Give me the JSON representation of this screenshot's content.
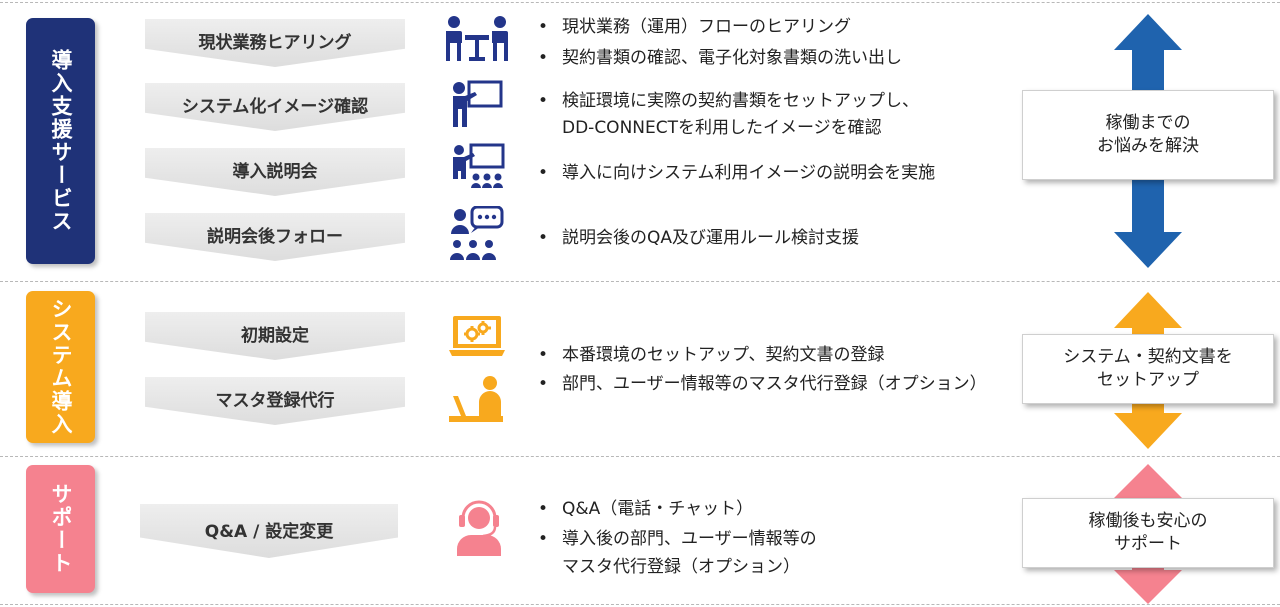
{
  "colors": {
    "navy": "#1f3278",
    "icon_navy": "#23358a",
    "blue_arrow": "#1f63ae",
    "orange": "#f8a91e",
    "pink": "#f5828f"
  },
  "sections": {
    "intro": {
      "label": "導入支援サービス",
      "steps": [
        "現状業務ヒアリング",
        "システム化イメージ確認",
        "導入説明会",
        "説明会後フォロー"
      ],
      "icons": [
        "meeting-icon",
        "presenter-icon",
        "seminar-icon",
        "chat-group-icon"
      ],
      "bullets": [
        "現状業務（運用）フローのヒアリング",
        "契約書類の確認、電子化対象書類の洗い出し",
        "検証環境に実際の契約書類をセットアップし、",
        "DD-CONNECTを利用したイメージを確認",
        "導入に向けシステム利用イメージの説明会を実施",
        "説明会後のQA及び運用ルール検討支援"
      ],
      "callout": [
        "稼働までの",
        "お悩みを解決"
      ]
    },
    "system": {
      "label": "システム導入",
      "steps": [
        "初期設定",
        "マスタ登録代行"
      ],
      "icons": [
        "laptop-gear-icon",
        "desk-worker-icon"
      ],
      "bullets": [
        "本番環境のセットアップ、契約文書の登録",
        "部門、ユーザー情報等のマスタ代行登録（オプション）"
      ],
      "callout": [
        "システム・契約文書を",
        "セットアップ"
      ]
    },
    "support": {
      "label": "サポート",
      "steps": [
        "Q&A / 設定変更"
      ],
      "icons": [
        "headset-operator-icon"
      ],
      "bullets": [
        "Q&A（電話・チャット）",
        "導入後の部門、ユーザー情報等の",
        "マスタ代行登録（オプション）"
      ],
      "callout": [
        "稼働後も安心の",
        "サポート"
      ]
    }
  }
}
